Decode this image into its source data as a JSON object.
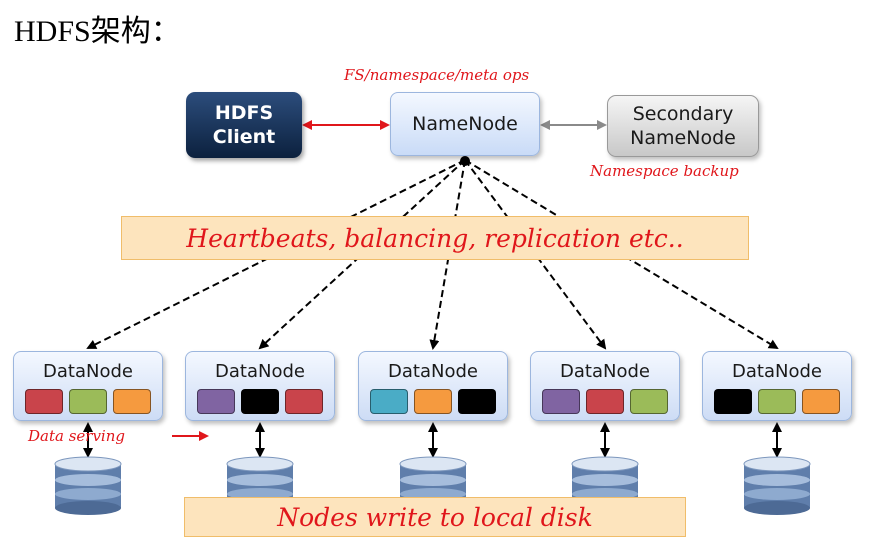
{
  "title": "HDFS架构：",
  "client": {
    "line1": "HDFS",
    "line2": "Client"
  },
  "namenode": {
    "label": "NameNode"
  },
  "secondary": {
    "line1": "Secondary",
    "line2": "NameNode"
  },
  "notes": {
    "fs_ops": "FS/namespace/meta ops",
    "ns_backup": "Namespace backup",
    "data_serving": "Data serving"
  },
  "banners": {
    "heartbeats": "Heartbeats, balancing, replication etc..",
    "local_disk": "Nodes write to local disk"
  },
  "colors": {
    "red": "#c9444b",
    "green": "#9bbb59",
    "orange": "#f59a3f",
    "purple": "#8064a2",
    "black": "#000000",
    "teal": "#4aacc6",
    "arrow_red": "#e0161b",
    "arrow_gray": "#8a8a8a"
  },
  "datanodes": [
    {
      "label": "DataNode",
      "blocks": [
        "red",
        "green",
        "orange"
      ]
    },
    {
      "label": "DataNode",
      "blocks": [
        "purple",
        "black",
        "red"
      ]
    },
    {
      "label": "DataNode",
      "blocks": [
        "teal",
        "orange",
        "black"
      ]
    },
    {
      "label": "DataNode",
      "blocks": [
        "purple",
        "red",
        "green"
      ]
    },
    {
      "label": "DataNode",
      "blocks": [
        "black",
        "green",
        "orange"
      ]
    }
  ]
}
